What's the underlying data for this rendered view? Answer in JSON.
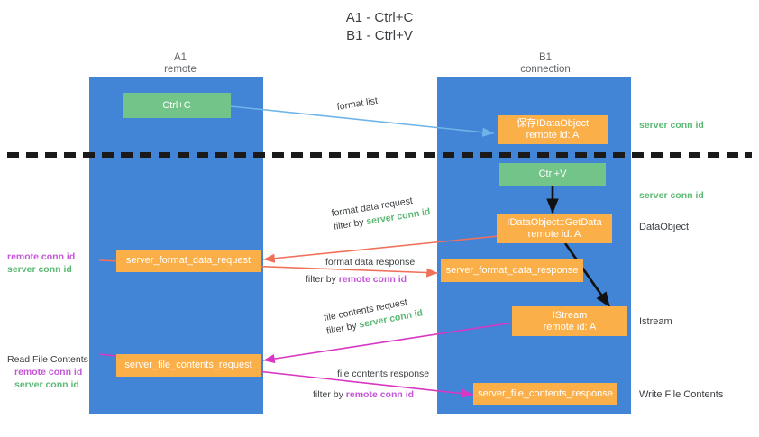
{
  "title": {
    "line1": "A1 - Ctrl+C",
    "line2": "B1 - Ctrl+V"
  },
  "lanes": [
    {
      "id": "a1",
      "name": "A1",
      "sub": "remote"
    },
    {
      "id": "b1",
      "name": "B1",
      "sub": "connection"
    }
  ],
  "nodes": {
    "ctrl_c": {
      "line1": "Ctrl+C",
      "line2": ""
    },
    "set_idataobject": {
      "line1": "保存IDataObject",
      "line2": "remote id: A"
    },
    "ctrl_v": {
      "line1": "Ctrl+V",
      "line2": ""
    },
    "getdata": {
      "line1": "IDataObject::GetData",
      "line2": "remote id: A"
    },
    "istream": {
      "line1": "IStream",
      "line2": "remote id: A"
    },
    "format_data_request": {
      "line1": "server_format_data_request",
      "line2": ""
    },
    "format_data_response": {
      "line1": "server_format_data_response",
      "line2": ""
    },
    "file_contents_request": {
      "line1": "server_file_contents_request",
      "line2": ""
    },
    "file_contents_response": {
      "line1": "server_file_contents_response",
      "line2": ""
    }
  },
  "edge_labels": {
    "format_list": {
      "text": "format list"
    },
    "format_data_request": {
      "text": "format data request",
      "filter_prefix": "filter by ",
      "filter_token": "server conn id"
    },
    "format_data_response": {
      "text": "format data response",
      "filter_prefix": "filter by ",
      "filter_token": "remote conn id"
    },
    "file_contents_request": {
      "text": "file contents request",
      "filter_prefix": "filter by ",
      "filter_token": "server conn id"
    },
    "file_contents_response": {
      "text": "file contents response",
      "filter_prefix": "filter by ",
      "filter_token": "remote conn id"
    }
  },
  "annotations": {
    "left_conn_ids_1": {
      "remote": "remote conn id",
      "server": "server conn id"
    },
    "read_file_contents": {
      "title": "Read File Contents",
      "remote": "remote conn id",
      "server": "server conn id"
    },
    "right_server_conn_1": "server conn id",
    "right_server_conn_2": "server conn id",
    "right_dataobject": "DataObject",
    "right_istream": "Istream",
    "right_write_file_contents": "Write File Contents"
  },
  "colors": {
    "lane": "#4285d6",
    "orange": "#fbaf49",
    "green": "#72c489",
    "arrow_red": "#f0705a",
    "arrow_magenta": "#d936c4",
    "arrow_blue": "#6fb4e8",
    "arrow_black": "#111111",
    "token_server": "#5bb974",
    "token_remote": "#c457d8"
  }
}
